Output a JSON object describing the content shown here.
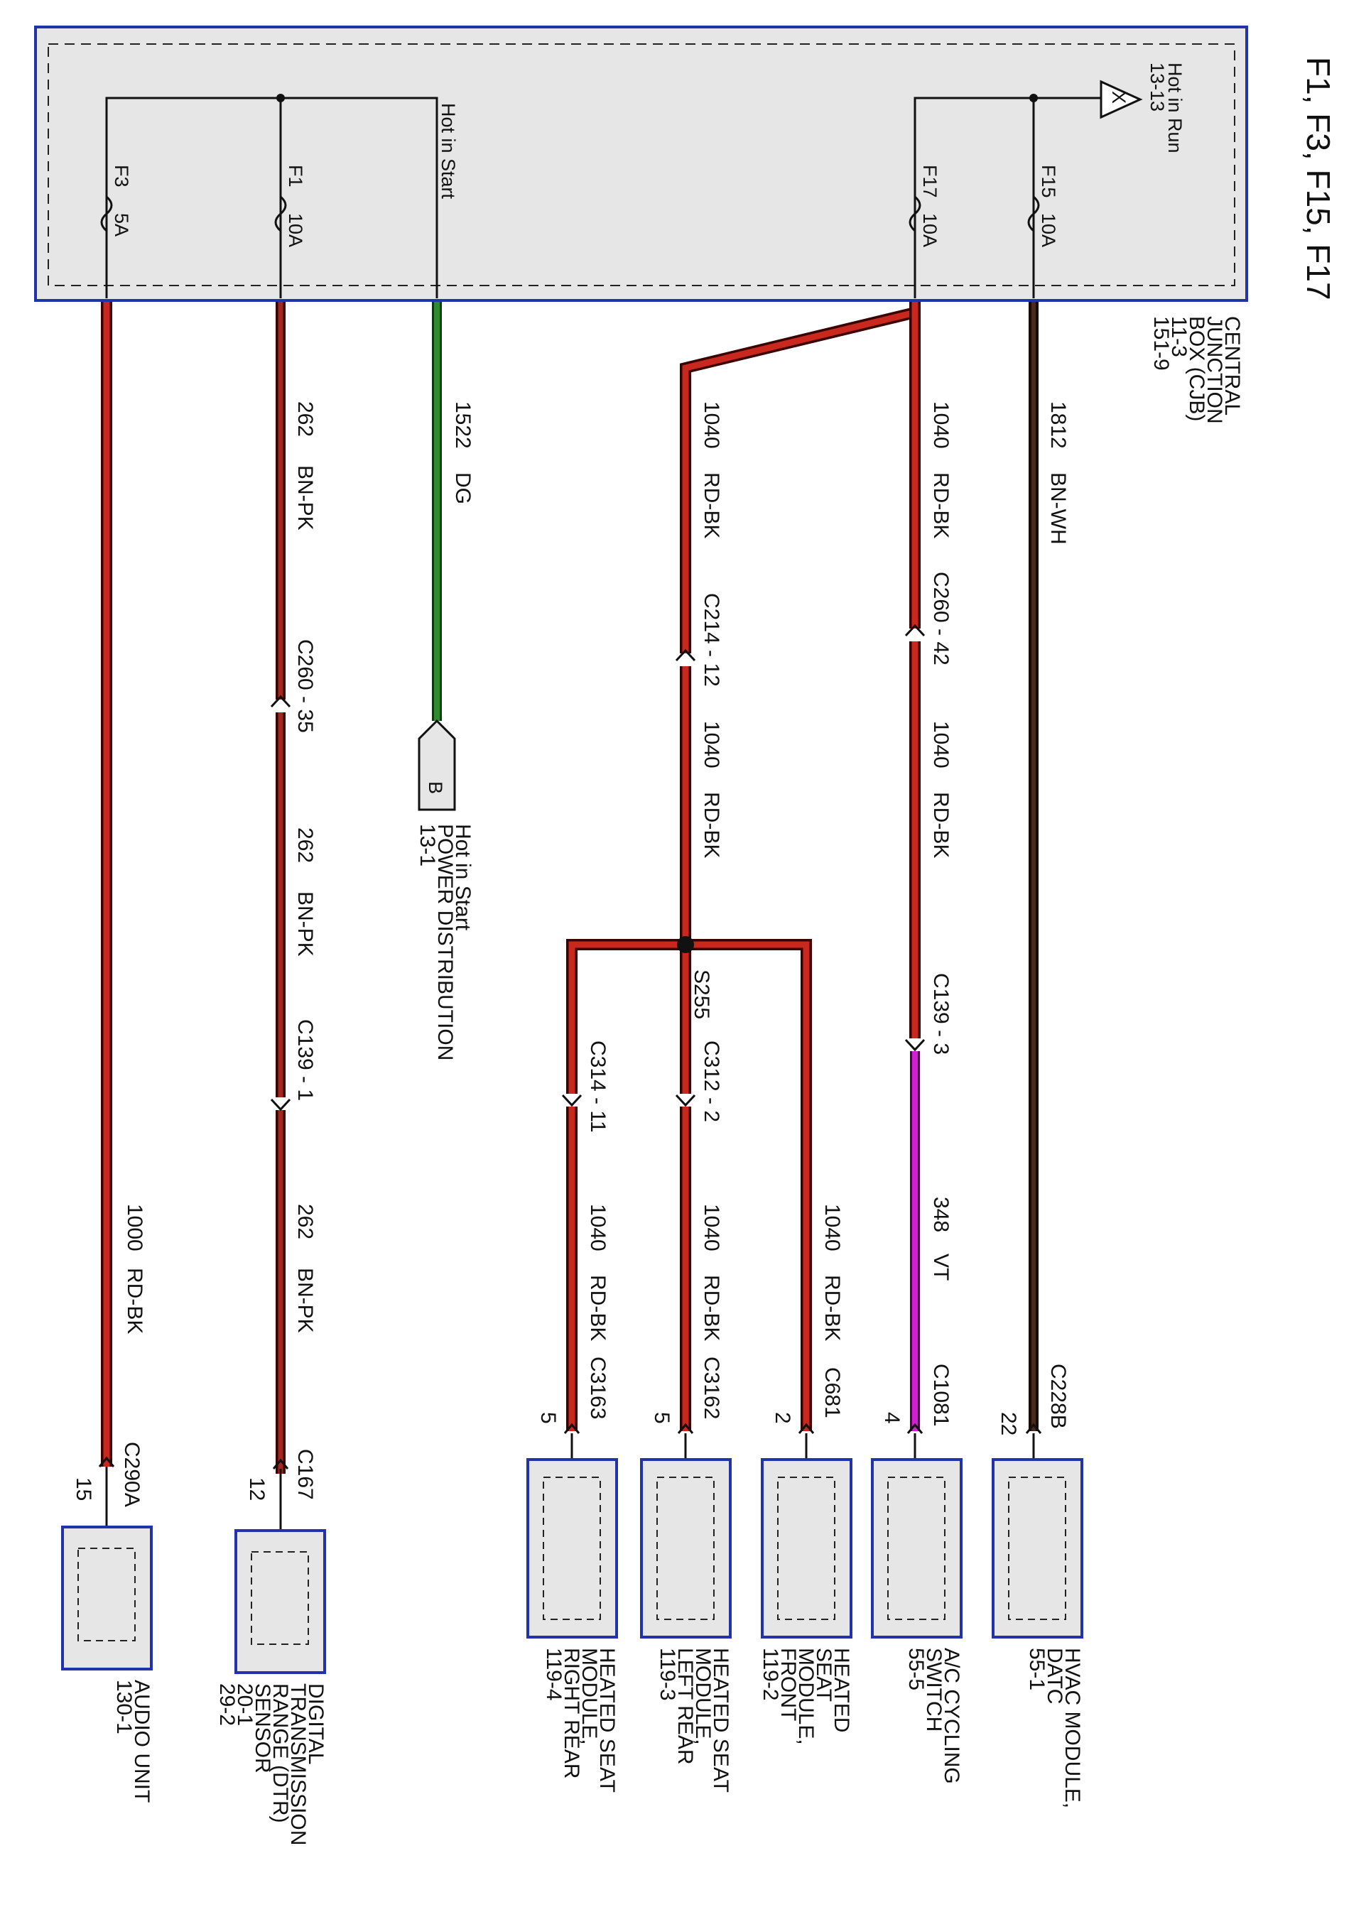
{
  "title": "F1, F3, F15, F17",
  "cjb": {
    "name_lines": [
      "CENTRAL",
      "JUNCTION",
      "BOX (CJB)",
      "11-3",
      "151-9"
    ],
    "hot_in_run": "Hot in Run",
    "hot_in_run_ref": "13-13",
    "hot_in_start": "Hot in Start",
    "x_marker": "X"
  },
  "fuses": [
    {
      "id": "F3",
      "rating": "5A"
    },
    {
      "id": "F1",
      "rating": "10A"
    },
    {
      "id": "F17",
      "rating": "10A"
    },
    {
      "id": "F15",
      "rating": "10A"
    }
  ],
  "colors": {
    "RD-BK": "#c8281e",
    "BN-PK": "#a0281e",
    "DG": "#2e8b2e",
    "BN-WH": "#4a2a1a",
    "VT": "#d020d0",
    "frame": "#2233aa"
  },
  "circuits": {
    "audio": {
      "num": "1000",
      "color": "RD-BK"
    },
    "dtr_1": {
      "num": "262",
      "color": "BN-PK"
    },
    "dtr_2": {
      "num": "262",
      "color": "BN-PK"
    },
    "dtr_3": {
      "num": "262",
      "color": "BN-PK"
    },
    "start": {
      "num": "1522",
      "color": "DG"
    },
    "seat_1": {
      "num": "1040",
      "color": "RD-BK"
    },
    "seat_2": {
      "num": "1040",
      "color": "RD-BK"
    },
    "seat_rr": {
      "num": "1040",
      "color": "RD-BK"
    },
    "seat_lr": {
      "num": "1040",
      "color": "RD-BK"
    },
    "seat_front": {
      "num": "1040",
      "color": "RD-BK"
    },
    "ac_1": {
      "num": "1040",
      "color": "RD-BK"
    },
    "ac_2": {
      "num": "1040",
      "color": "RD-BK"
    },
    "ac_3": {
      "num": "348",
      "color": "VT"
    },
    "hvac": {
      "num": "1812",
      "color": "BN-WH"
    }
  },
  "inline_connectors": {
    "c260_35": "C260 - 35",
    "c139_1": "C139 - 1",
    "c214_12": "C214 - 12",
    "c314_11": "C314 - 11",
    "c312_2": "C312 - 2",
    "c260_42": "C260 - 42",
    "c139_3": "C139 - 3"
  },
  "splice": "S255",
  "start_ref": {
    "marker": "B",
    "lines": [
      "Hot in Start",
      "POWER DISTRIBUTION",
      "13-1"
    ]
  },
  "modules": [
    {
      "key": "audio",
      "connector": "C290A",
      "pin": "15",
      "lines": [
        "AUDIO UNIT",
        "130-1"
      ]
    },
    {
      "key": "dtr",
      "connector": "C167",
      "pin": "12",
      "lines": [
        "DIGITAL",
        "TRANSMISSION",
        "RANGE (DTR)",
        "SENSOR",
        "20-1",
        "29-2"
      ]
    },
    {
      "key": "seat_rr",
      "connector": "C3163",
      "pin": "5",
      "lines": [
        "HEATED SEAT",
        "MODULE,",
        "RIGHT REAR",
        "119-4"
      ]
    },
    {
      "key": "seat_lr",
      "connector": "C3162",
      "pin": "5",
      "lines": [
        "HEATED SEAT",
        "MODULE,",
        "LEFT REAR",
        "119-3"
      ]
    },
    {
      "key": "seat_front",
      "connector": "C681",
      "pin": "2",
      "lines": [
        "HEATED",
        "SEAT",
        "MODULE,",
        "FRONT",
        "119-2"
      ]
    },
    {
      "key": "ac",
      "connector": "C1081",
      "pin": "4",
      "lines": [
        "A/C CYCLING",
        "SWITCH",
        "55-5"
      ]
    },
    {
      "key": "hvac",
      "connector": "C228B",
      "pin": "22",
      "lines": [
        "HVAC MODULE,",
        "DATC",
        "55-1"
      ]
    }
  ]
}
